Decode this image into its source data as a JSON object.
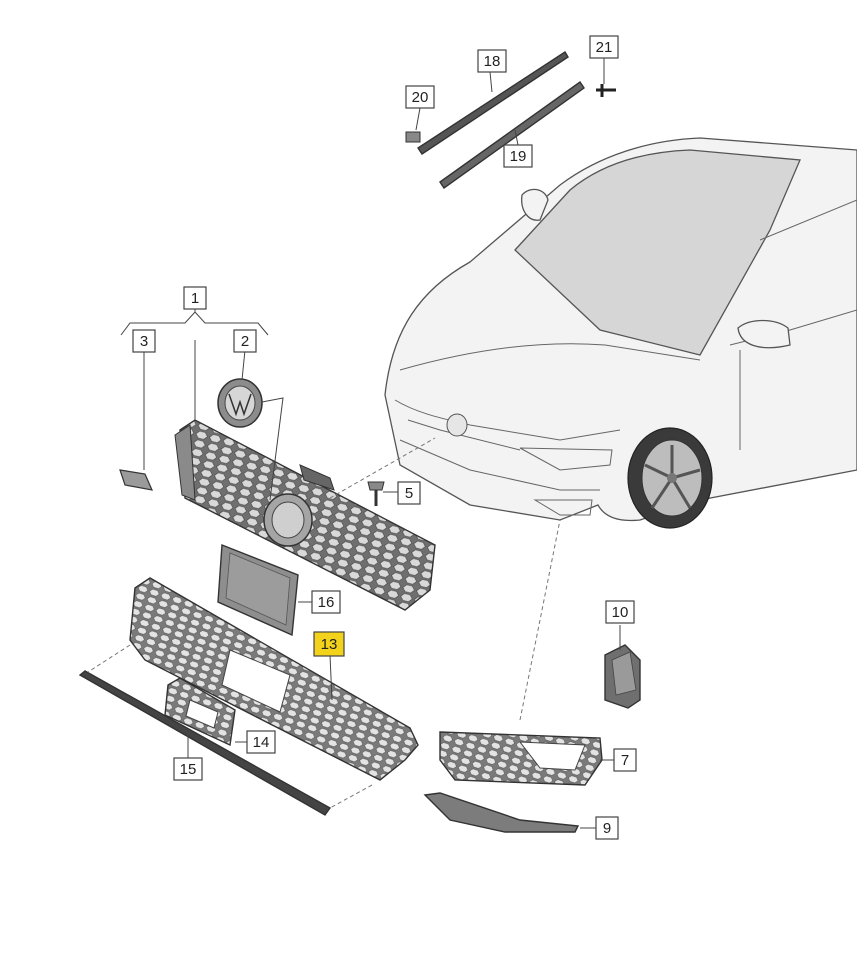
{
  "diagram": {
    "highlight_color": "#f2d21b",
    "callouts": [
      {
        "id": "c1",
        "label": "1",
        "highlighted": false
      },
      {
        "id": "c2",
        "label": "2",
        "highlighted": false
      },
      {
        "id": "c3",
        "label": "3",
        "highlighted": false
      },
      {
        "id": "c5",
        "label": "5",
        "highlighted": false
      },
      {
        "id": "c7",
        "label": "7",
        "highlighted": false
      },
      {
        "id": "c9",
        "label": "9",
        "highlighted": false
      },
      {
        "id": "c10",
        "label": "10",
        "highlighted": false
      },
      {
        "id": "c13",
        "label": "13",
        "highlighted": true
      },
      {
        "id": "c14",
        "label": "14",
        "highlighted": false
      },
      {
        "id": "c15",
        "label": "15",
        "highlighted": false
      },
      {
        "id": "c16",
        "label": "16",
        "highlighted": false
      },
      {
        "id": "c18",
        "label": "18",
        "highlighted": false
      },
      {
        "id": "c19",
        "label": "19",
        "highlighted": false
      },
      {
        "id": "c20",
        "label": "20",
        "highlighted": false
      },
      {
        "id": "c21",
        "label": "21",
        "highlighted": false
      }
    ]
  }
}
